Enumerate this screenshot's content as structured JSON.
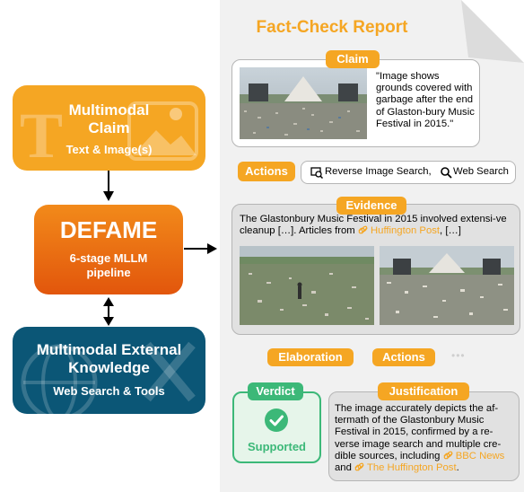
{
  "left": {
    "claim": {
      "title_line1": "Multimodal",
      "title_line2": "Claim",
      "subtitle": "Text & Image(s)"
    },
    "defame": {
      "title": "DEFAME",
      "subtitle_line1": "6-stage MLLM",
      "subtitle_line2": "pipeline"
    },
    "knowledge": {
      "title_line1": "Multimodal External",
      "title_line2": "Knowledge",
      "subtitle": "Web Search & Tools"
    }
  },
  "report": {
    "title": "Fact-Check Report",
    "claim_label": "Claim",
    "claim_text": "\"Image shows grounds covered with garbage after the end of Glaston-bury Music Festival in 2015.\"",
    "actions_label": "Actions",
    "action_1": "Reverse Image Search,",
    "action_2": "Web Search",
    "evidence_label": "Evidence",
    "evidence_text_1": "The Glastonbury Music Festival in 2015 involved extensi-ve cleanup […]. Articles from",
    "evidence_link": "Huffington Post",
    "evidence_text_2": ", […]",
    "elaboration_label": "Elaboration",
    "actions2_label": "Actions",
    "ellipsis": "•••",
    "verdict_label": "Verdict",
    "verdict_value": "Supported",
    "justification_label": "Justification",
    "justification_text": "The image accurately depicts the af-termath of the Glastonbury Music Festival in 2015, confirmed by a re-verse image search and multiple cre-dible sources, including",
    "justification_link1": "BBC News",
    "justification_and": "and",
    "justification_link2": "The Huffington Post",
    "justification_end": "."
  },
  "colors": {
    "orange": "#f5a623",
    "dark_orange": "#e2560c",
    "teal": "#0b5676",
    "green": "#3cb878"
  },
  "icons": [
    "image-search-icon",
    "magnifier-icon",
    "link-icon",
    "checkmark-icon"
  ]
}
